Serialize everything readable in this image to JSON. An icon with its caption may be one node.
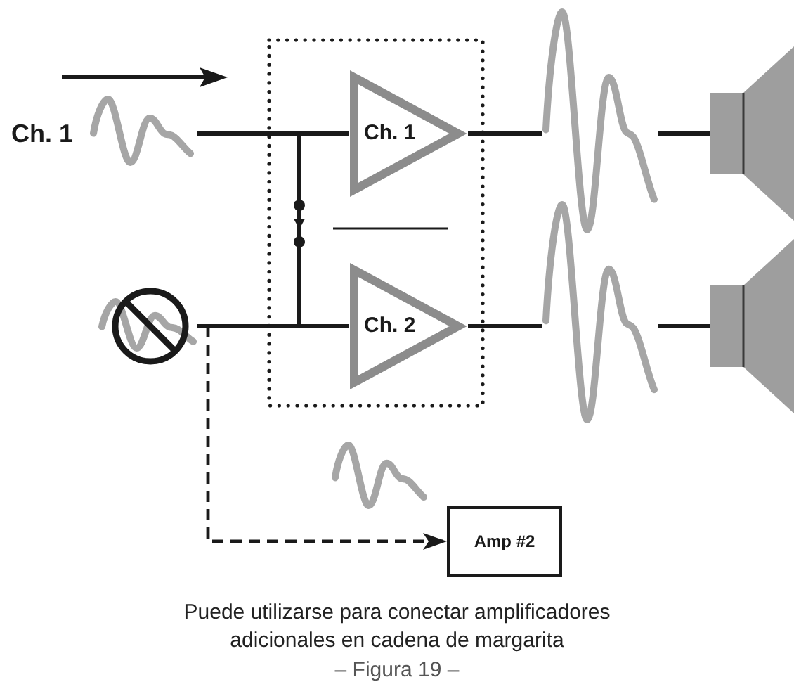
{
  "diagram": {
    "caption": "Puede utilizarse para conectar amplificadores adicionales en cadena de margarita",
    "nodes": [
      {
        "text": [
          "Ch. 1"
        ]
      },
      {
        "text": [],
        "shape": "picture"
      },
      {
        "text": [],
        "shape": "box"
      },
      {
        "text": [
          "Ch. 1"
        ],
        "in": 2
      },
      {
        "text": [
          "Ch. 2"
        ],
        "in": 2
      },
      {
        "text": [],
        "shape": "picture"
      },
      {
        "text": [],
        "shape": "picture"
      },
      {
        "text": [],
        "shape": "picture"
      },
      {
        "text": [],
        "shape": "picture"
      },
      {
        "text": [
          "Amp #2"
        ]
      }
    ],
    "edges": [
      {
        "from": 0,
        "to": 3,
        "arrow": "none"
      },
      {
        "from": 0,
        "to": 4,
        "arrow": "to"
      },
      {
        "from": 1,
        "to": 4,
        "arrow": "none"
      },
      {
        "from": 3,
        "to": 5,
        "arrow": "none"
      },
      {
        "from": 5,
        "to": 7,
        "arrow": "none"
      },
      {
        "from": 4,
        "to": 6,
        "arrow": "none"
      },
      {
        "from": 6,
        "to": 8,
        "arrow": "none"
      },
      {
        "from": 1,
        "to": 9,
        "arrow": "to",
        "style": "dashed"
      }
    ],
    "labels": [
      "– Figura 19 –"
    ]
  }
}
